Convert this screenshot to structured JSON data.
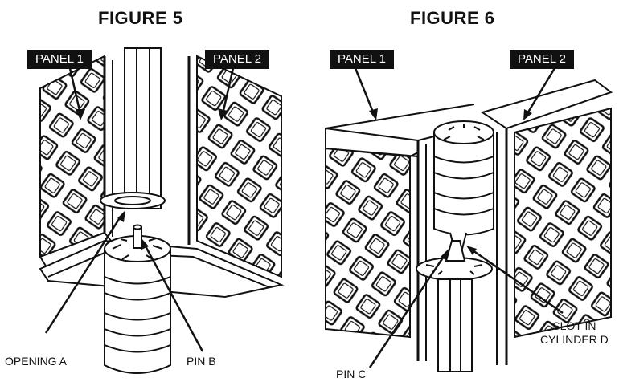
{
  "figure5": {
    "title": "FIGURE 5",
    "panel_left": "PANEL 1",
    "panel_right": "PANEL 2",
    "callout_opening": "OPENING A",
    "callout_pin": "PIN B"
  },
  "figure6": {
    "title": "FIGURE 6",
    "panel_left": "PANEL 1",
    "panel_right": "PANEL 2",
    "callout_pin": "PIN C",
    "callout_slot_line1": "SLOT IN",
    "callout_slot_line2": "CYLINDER D"
  }
}
